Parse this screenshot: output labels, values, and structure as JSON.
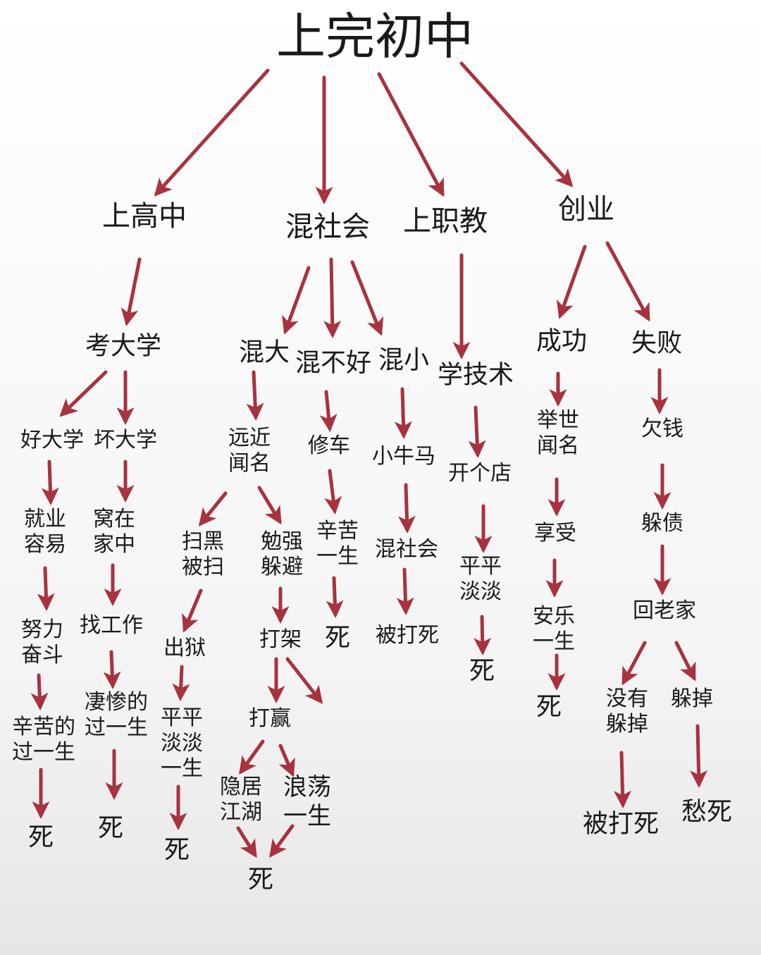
{
  "colors": {
    "arrow": "#a8323e",
    "text": "#1a1a1a"
  },
  "nodes": {
    "root": "上完初中",
    "gaozhong": "上高中",
    "hunshehui": "混社会",
    "zhijiao": "上职教",
    "chuangye": "创业",
    "kaodaxue": "考大学",
    "hunda": "混大",
    "hunbuhao": "混不好",
    "hunxiao": "混小",
    "xuejishu": "学技术",
    "chenggong": "成功",
    "shibai": "失败",
    "haodaxue": "好大学",
    "huaidaxue": "坏大学",
    "yuanjin": "远近\n闻名",
    "xiuche": "修车",
    "xiaoniuma": "小牛马",
    "kaigedian": "开个店",
    "jushi": "举世\n闻名",
    "qianqian": "欠钱",
    "jiuye": "就业\n容易",
    "wozai": "窝在\n家中",
    "saohei": "扫黑\n被扫",
    "mianqiang": "勉强\n躲避",
    "xinku2": "辛苦\n一生",
    "hunshehui2": "混社会",
    "pingping2": "平平\n淡淡",
    "xiangshou": "享受",
    "duozhai": "躲债",
    "nuli": "努力\n奋斗",
    "zhaogongzuo": "找工作",
    "chuyu": "出狱",
    "dajia": "打架",
    "si_xiuche": "死",
    "beidasi": "被打死",
    "anle": "安乐\n一生",
    "huilaojia": "回老家",
    "si_kaidian": "死",
    "xinku1": "辛苦的\n过一生",
    "qican": "凄惨的\n过一生",
    "pingping1": "平平\n淡淡\n一生",
    "daying": "打赢",
    "si_anle": "死",
    "meiyou": "没有\n躲掉",
    "duodiao": "躲掉",
    "yinju": "隐居\n江湖",
    "langdang": "浪荡\n一生",
    "si1": "死",
    "si2": "死",
    "si3": "死",
    "si_end": "死",
    "beidasi2": "被打死",
    "chousi": "愁死"
  }
}
